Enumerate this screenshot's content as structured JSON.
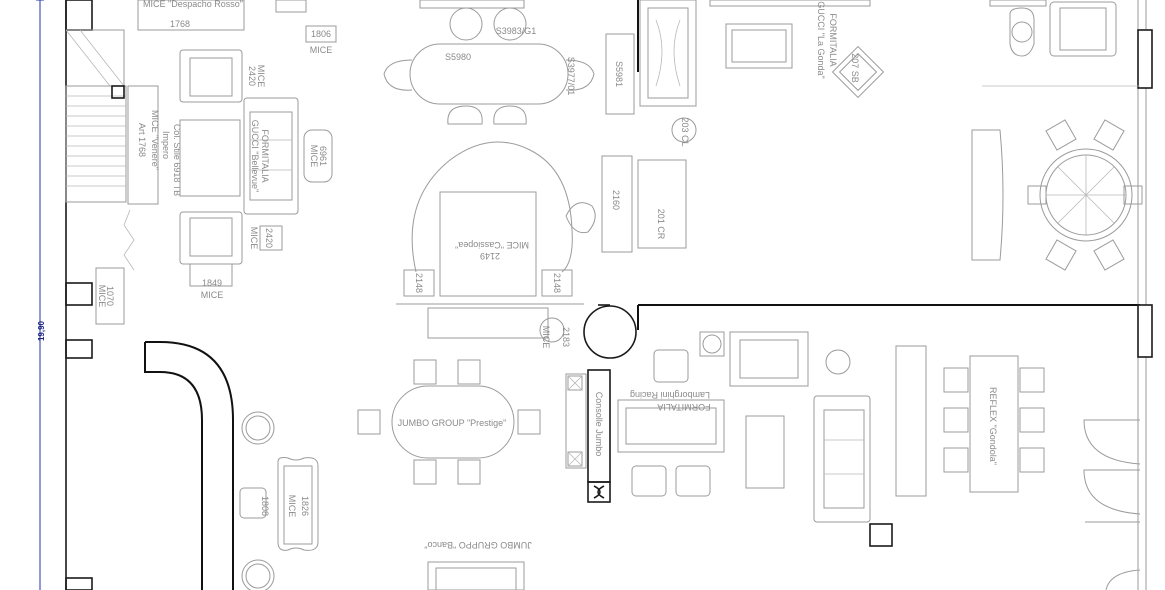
{
  "dimension": {
    "total": "19,90"
  },
  "labels": {
    "despacho": "MICE \"Despacho Rosso\"",
    "n1768a": "1768",
    "n1806": "1806",
    "mice1806": "MICE",
    "n2420a": "2420",
    "mice2420a": "MICE",
    "n2420b": "2420",
    "mice2420b": "MICE",
    "venere": "MICE \"Venere\"",
    "impero": "Impero",
    "art1768": "Art 1768",
    "stile": "Col. Stile 6918 TB",
    "formitalia_gucci_bellevue": "FORMITALIA",
    "gucci_bellevue": "GUCCI \"Bellevue\"",
    "n6961": "6961",
    "mice6961": "MICE",
    "n1849": "1849",
    "mice1849": "MICE",
    "n1070": "1070",
    "mice1070": "MICE",
    "s3983": "S3983/G1",
    "s5980": "S5980",
    "s3977": "S3977/01",
    "s5981": "S5981",
    "n203": "203 CL",
    "n2160": "2160",
    "n201": "201 CR",
    "cassiopea": "MICE \"Cassiopea\"",
    "n2149": "2149",
    "n2148a": "2148",
    "n2148b": "2148",
    "n2183": "2183",
    "mice2183": "MICE",
    "formitalia_gonda": "FORMITALIA",
    "gucci_gonda": "GUCCI \"La Gonda\"",
    "n207": "207 SB",
    "jumbo_prestige": "JUMBO GROUP \"Prestige\"",
    "consolle_jumbo": "Consolle Jumbo",
    "lamborghini": "Lamborghini Racing",
    "formitalia_lambo": "FORMITALIA",
    "reflex": "REFLEX \"Gondola\"",
    "jumbo_banco": "JUMBO GRUPPO \"Banco\"",
    "n1826": "1826",
    "mice1826": "MICE",
    "n1808": "1808"
  }
}
